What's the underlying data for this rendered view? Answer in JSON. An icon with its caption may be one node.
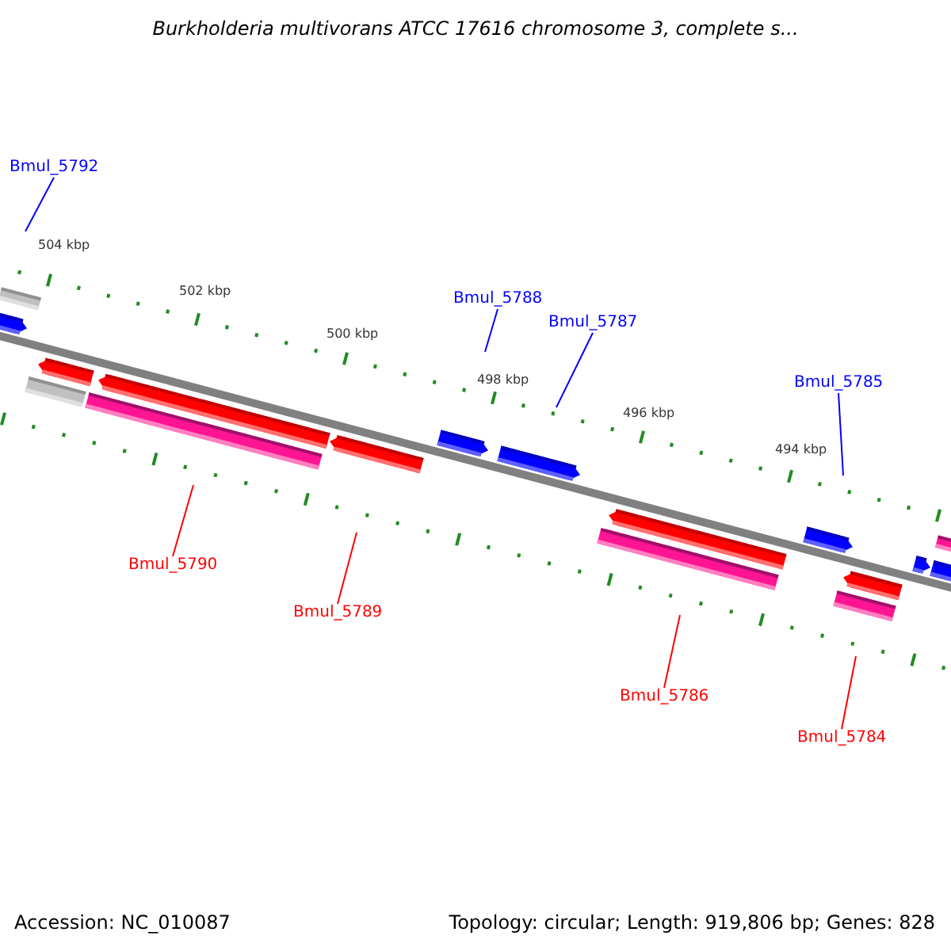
{
  "diagram": {
    "title": "Burkholderia multivorans ATCC 17616 chromosome 3, complete s...",
    "nodes": [
      {
        "text": [
          "Bmul_5792"
        ]
      },
      {
        "text": [
          "Bmul_5788"
        ]
      },
      {
        "text": [
          "Bmul_5787"
        ]
      },
      {
        "text": [
          "Bmul_5785"
        ]
      },
      {
        "text": [
          "Bmul_5790"
        ]
      },
      {
        "text": [
          "Bmul_5789"
        ]
      },
      {
        "text": [
          "Bmul_5786"
        ]
      },
      {
        "text": [
          "Bmul_5784"
        ]
      }
    ],
    "edges": [
      {
        "from": 0,
        "to": null,
        "arrow": "none"
      },
      {
        "from": 1,
        "to": null,
        "arrow": "none"
      },
      {
        "from": 2,
        "to": null,
        "arrow": "none"
      },
      {
        "from": 3,
        "to": null,
        "arrow": "none"
      },
      {
        "from": 4,
        "to": null,
        "arrow": "none",
        "color": "#ff0000"
      },
      {
        "from": 5,
        "to": null,
        "arrow": "none",
        "color": "#ff0000"
      },
      {
        "from": 6,
        "to": null,
        "arrow": "none",
        "color": "#ff0000"
      },
      {
        "from": 7,
        "to": null,
        "arrow": "none",
        "color": "#ff0000"
      }
    ],
    "labels": [
      "504 kbp",
      "502 kbp",
      "500 kbp",
      "498 kbp",
      "496 kbp",
      "494 kbp",
      "Accession: NC_010087",
      "Topology: circular; Length: 919,806 bp; Genes: 828"
    ]
  }
}
